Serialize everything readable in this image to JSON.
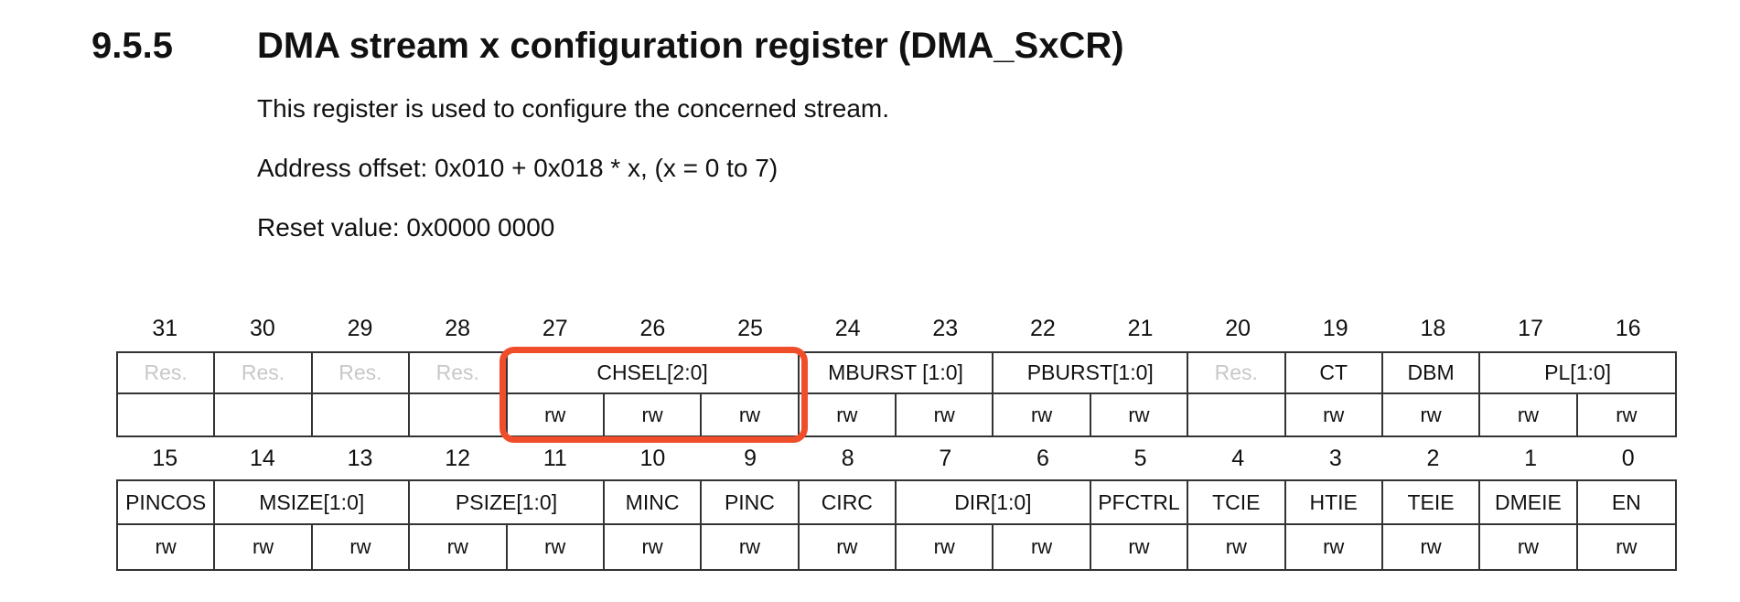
{
  "heading": {
    "section_number": "9.5.5",
    "title": "DMA stream x configuration register (DMA_SxCR)"
  },
  "paragraphs": {
    "description": "This register is used to configure the concerned stream.",
    "address_offset": "Address offset: 0x010 + 0x018 * x, (x = 0 to 7)",
    "reset_value": "Reset value: 0x0000 0000"
  },
  "colors": {
    "highlight": "#f04e2b",
    "reserved": "#c8c8c8",
    "border": "#333333",
    "text": "#111111"
  },
  "register": {
    "highlighted_field": "CHSEL[2:0]",
    "high_word": {
      "bits": [
        "31",
        "30",
        "29",
        "28",
        "27",
        "26",
        "25",
        "24",
        "23",
        "22",
        "21",
        "20",
        "19",
        "18",
        "17",
        "16"
      ],
      "fields": [
        {
          "name": "Res."
        },
        {
          "name": "Res."
        },
        {
          "name": "Res."
        },
        {
          "name": "Res."
        },
        {
          "name": "CHSEL[2:0]"
        },
        {
          "name": "MBURST [1:0]"
        },
        {
          "name": "PBURST[1:0]"
        },
        {
          "name": "Res."
        },
        {
          "name": "CT"
        },
        {
          "name": "DBM"
        },
        {
          "name": "PL[1:0]"
        }
      ],
      "access": [
        "",
        "",
        "",
        "",
        "rw",
        "rw",
        "rw",
        "rw",
        "rw",
        "rw",
        "rw",
        "",
        "rw",
        "rw",
        "rw",
        "rw"
      ]
    },
    "low_word": {
      "bits": [
        "15",
        "14",
        "13",
        "12",
        "11",
        "10",
        "9",
        "8",
        "7",
        "6",
        "5",
        "4",
        "3",
        "2",
        "1",
        "0"
      ],
      "fields": [
        {
          "name": "PINCOS"
        },
        {
          "name": "MSIZE[1:0]"
        },
        {
          "name": "PSIZE[1:0]"
        },
        {
          "name": "MINC"
        },
        {
          "name": "PINC"
        },
        {
          "name": "CIRC"
        },
        {
          "name": "DIR[1:0]"
        },
        {
          "name": "PFCTRL"
        },
        {
          "name": "TCIE"
        },
        {
          "name": "HTIE"
        },
        {
          "name": "TEIE"
        },
        {
          "name": "DMEIE"
        },
        {
          "name": "EN"
        }
      ],
      "access": [
        "rw",
        "rw",
        "rw",
        "rw",
        "rw",
        "rw",
        "rw",
        "rw",
        "rw",
        "rw",
        "rw",
        "rw",
        "rw",
        "rw",
        "rw",
        "rw"
      ]
    }
  }
}
